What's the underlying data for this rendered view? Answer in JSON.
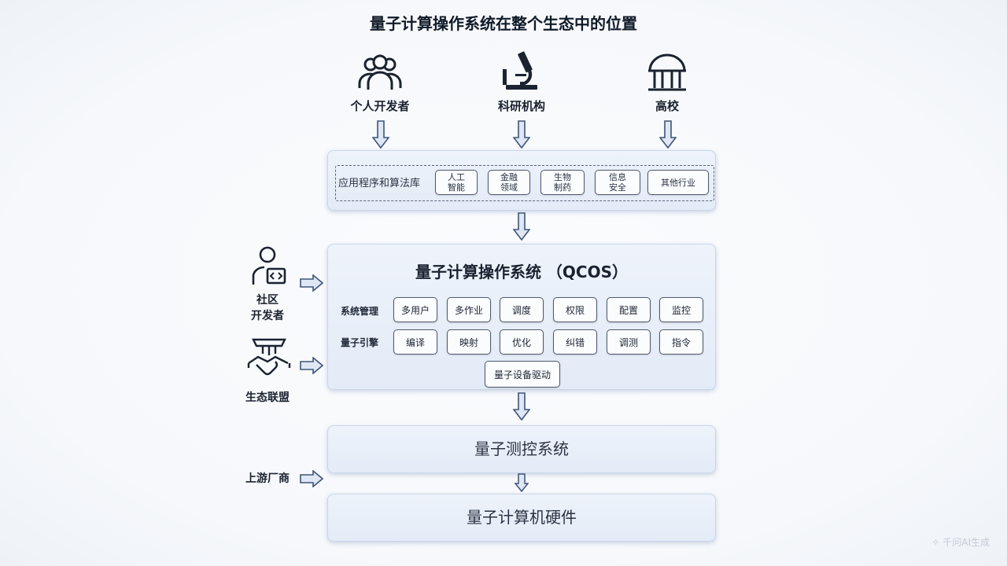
{
  "title": "量子计算操作系统在整个生态中的位置",
  "stakeholders": [
    {
      "label": "个人开发者",
      "icon": "people-group-icon"
    },
    {
      "label": "科研机构",
      "icon": "microscope-icon"
    },
    {
      "label": "高校",
      "icon": "university-building-icon"
    }
  ],
  "apps": {
    "label": "应用程序和算法库",
    "chips": [
      "人工\n智能",
      "金融\n领域",
      "生物\n制药",
      "信息\n安全",
      "其他行业"
    ]
  },
  "qcos": {
    "title": "量子计算操作系统 （QCOS）",
    "rows": [
      {
        "label": "系统管理",
        "items": [
          "多用户",
          "多作业",
          "调度",
          "权限",
          "配置",
          "监控"
        ]
      },
      {
        "label": "量子引擎",
        "items": [
          "编译",
          "映射",
          "优化",
          "纠错",
          "调测",
          "指令"
        ]
      }
    ],
    "driver": "量子设备驱动"
  },
  "side": {
    "community": "社区\n开发者",
    "alliance": "生态联盟",
    "upstream": "上游厂商"
  },
  "layers": {
    "control": "量子测控系统",
    "hardware": "量子计算机硬件"
  },
  "watermark": "✧ 千问AI生成",
  "colors": {
    "arrow_fill": "#dfe7f5",
    "arrow_stroke": "#3f5478",
    "layer_bg": "#e6edf8"
  }
}
